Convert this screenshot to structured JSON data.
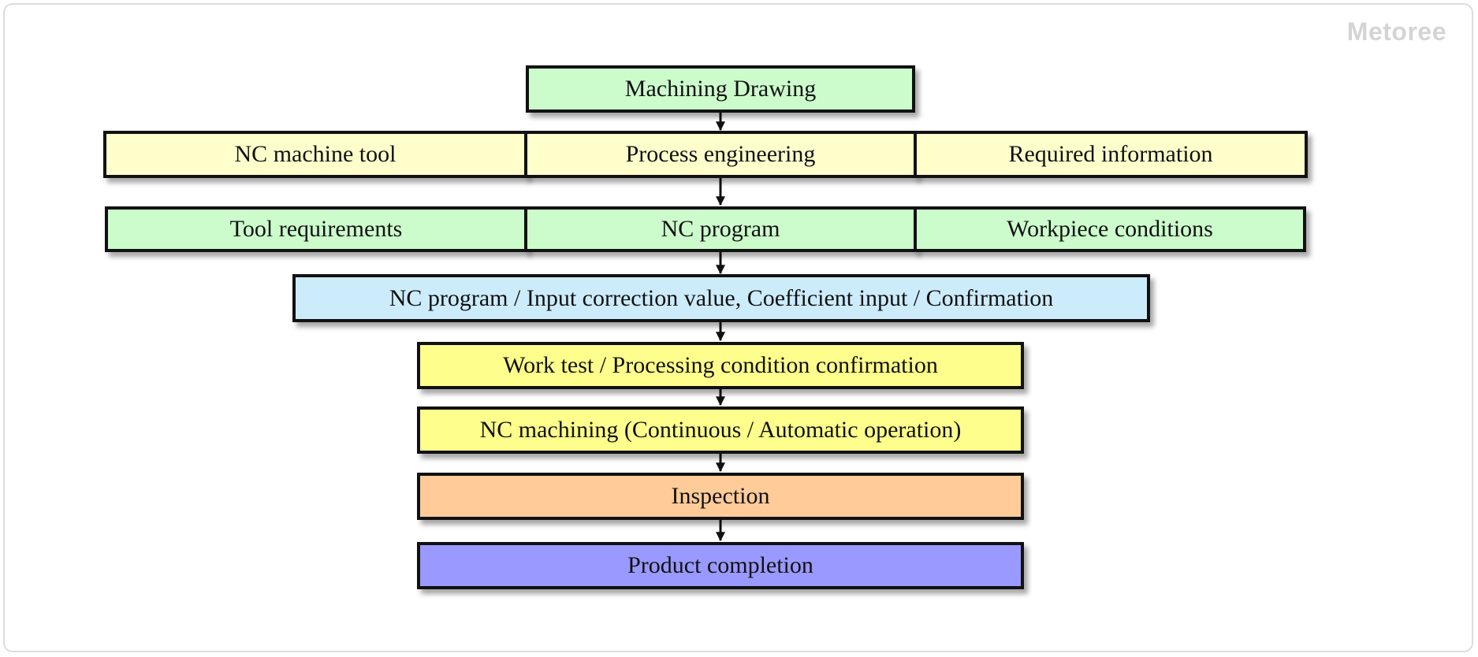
{
  "watermark": "Metoree",
  "colors": {
    "green": "#ccfccc",
    "light_yellow": "#ffffcc",
    "light_blue": "#ccecfc",
    "yellow": "#fefe8c",
    "orange": "#fecb99",
    "purple": "#9999ff",
    "border": "#111111"
  },
  "flow": {
    "machining_drawing": "Machining Drawing",
    "nc_machine_tool": "NC machine tool",
    "process_engineering": "Process engineering",
    "required_information": "Required information",
    "tool_requirements": "Tool requirements",
    "nc_program": "NC program",
    "workpiece_conditions": "Workpiece conditions",
    "nc_program_input": "NC program / Input correction value, Coefficient input / Confirmation",
    "work_test": "Work test / Processing condition confirmation",
    "nc_machining": "NC machining (Continuous / Automatic operation)",
    "inspection": "Inspection",
    "product_completion": "Product completion"
  }
}
